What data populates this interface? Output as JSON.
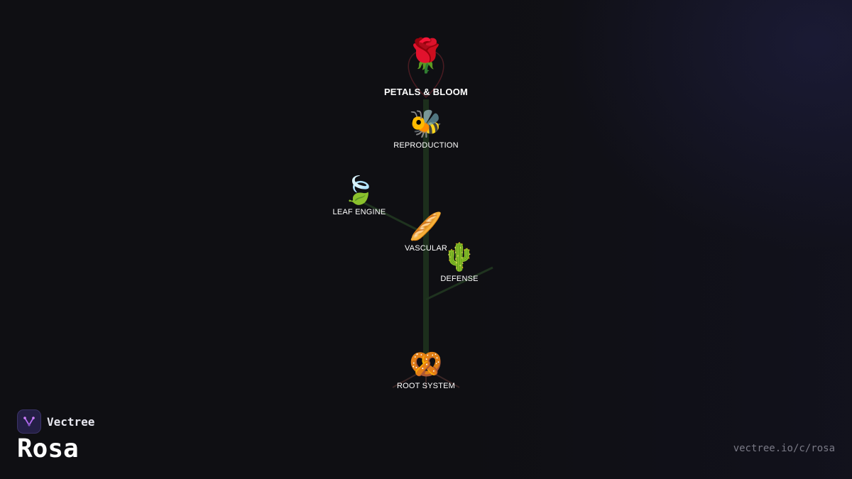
{
  "diagram": {
    "nodes": [
      {
        "id": "petals",
        "label": "PETALS & BLOOM",
        "emoji": "🌹",
        "icon": "rose-icon"
      },
      {
        "id": "reproduction",
        "label": "REPRODUCTION",
        "emoji": "🐝",
        "icon": "bee-icon"
      },
      {
        "id": "leaf",
        "label": "LEAF ENGINE",
        "emoji": "🍃",
        "icon": "leaf-icon"
      },
      {
        "id": "vascular",
        "label": "VASCULAR",
        "emoji": "🥖",
        "icon": "baguette-icon"
      },
      {
        "id": "defense",
        "label": "DEFENSE",
        "emoji": "🌵",
        "icon": "cactus-icon"
      },
      {
        "id": "root",
        "label": "ROOT SYSTEM",
        "emoji": "🥨",
        "icon": "pretzel-icon"
      }
    ],
    "colors": {
      "stem": "#1c2e1c",
      "branch": "#1f331f",
      "bloom_outline": "#4a1c22",
      "root": "#3a2626"
    }
  },
  "brand": {
    "name": "Vectree",
    "logo_icon": "vectree-logo-icon"
  },
  "title": "Rosa",
  "url": "vectree.io/c/rosa"
}
